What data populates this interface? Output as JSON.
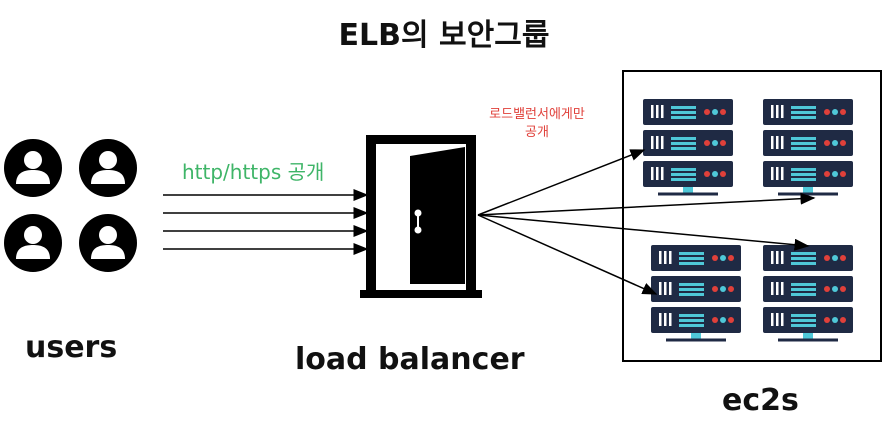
{
  "title": "ELB의 보안그룹",
  "users_label": "users",
  "load_balancer_label": "load balancer",
  "ec2s_label": "ec2s",
  "http_label": "http/https 공개",
  "lb_only_label_line1": "로드밸런서에게만",
  "lb_only_label_line2": "공개",
  "colors": {
    "http_green": "#3fb568",
    "note_red": "#e0403a",
    "server_body": "#1f2a44",
    "server_accent": "#4fc8d8",
    "door_black": "#000000"
  },
  "icons": [
    "user-icon",
    "door-icon",
    "server-rack-icon",
    "arrow-icon"
  ]
}
